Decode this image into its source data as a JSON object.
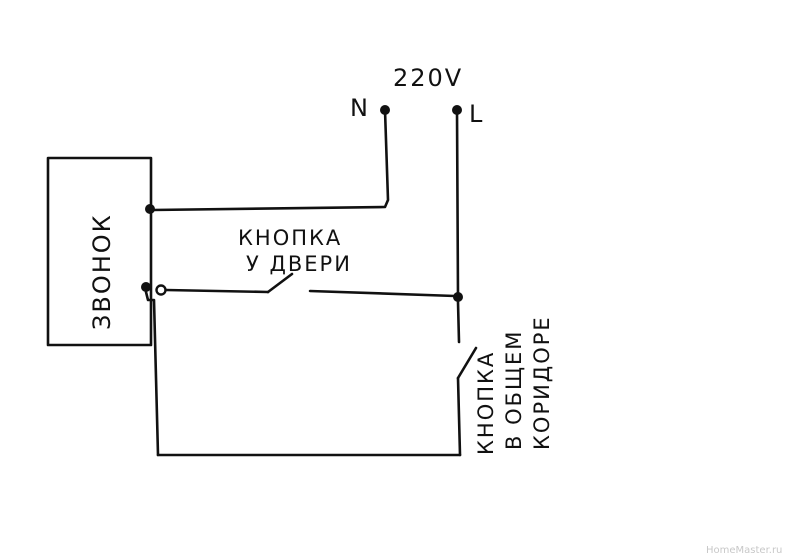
{
  "supply": {
    "voltage_label": "220V",
    "neutral_label": "N",
    "line_label": "L"
  },
  "bell": {
    "label": "ЗВОНОК"
  },
  "door_button": {
    "line1": "КНОПКА",
    "line2": "У ДВЕРИ"
  },
  "corridor_button": {
    "line1": "КНОПКА",
    "line2": "В ОБЩЕМ",
    "line3": "КОРИДОРЕ"
  },
  "watermark": "HomeMaster.ru",
  "colors": {
    "ink": "#111111",
    "paper": "#ffffff",
    "watermark": "#c8c8c8"
  }
}
